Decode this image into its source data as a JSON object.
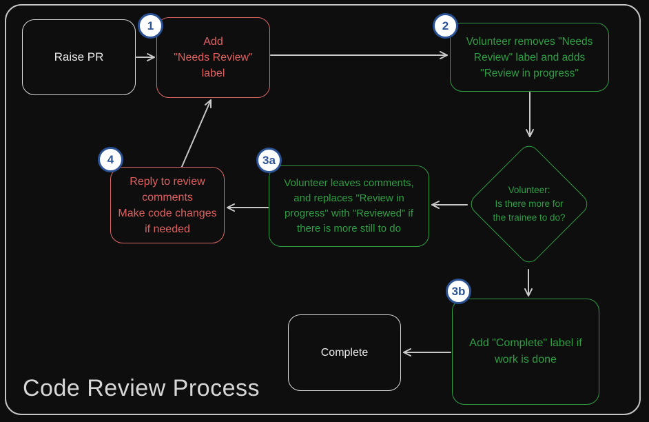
{
  "title": "Code Review Process",
  "colors": {
    "background": "#0e0e0e",
    "frame_border": "#c6c6c6",
    "red_accent": "#e06060",
    "green_accent": "#2f9e44",
    "neutral_accent": "#ececec",
    "badge_blue": "#2b5295",
    "arrow_gray": "#c9c9c9"
  },
  "nodes": {
    "raise_pr": {
      "text": "Raise PR"
    },
    "step1": {
      "badge": "1",
      "text": "Add\n\"Needs Review\"\nlabel"
    },
    "step2": {
      "badge": "2",
      "text": "Volunteer removes \"Needs\nReview\" label and adds\n\"Review in progress\""
    },
    "decision": {
      "text": "Volunteer:\nIs there more for\nthe trainee to do?"
    },
    "step3a": {
      "badge": "3a",
      "text": "Volunteer leaves comments,\nand replaces \"Review in\nprogress\" with \"Reviewed\" if\nthere is more still to do"
    },
    "step4": {
      "badge": "4",
      "text": "Reply to review\ncomments\nMake code changes\nif needed"
    },
    "step3b": {
      "badge": "3b",
      "text": "Add \"Complete\" label if\nwork is done"
    },
    "complete": {
      "text": "Complete"
    }
  }
}
